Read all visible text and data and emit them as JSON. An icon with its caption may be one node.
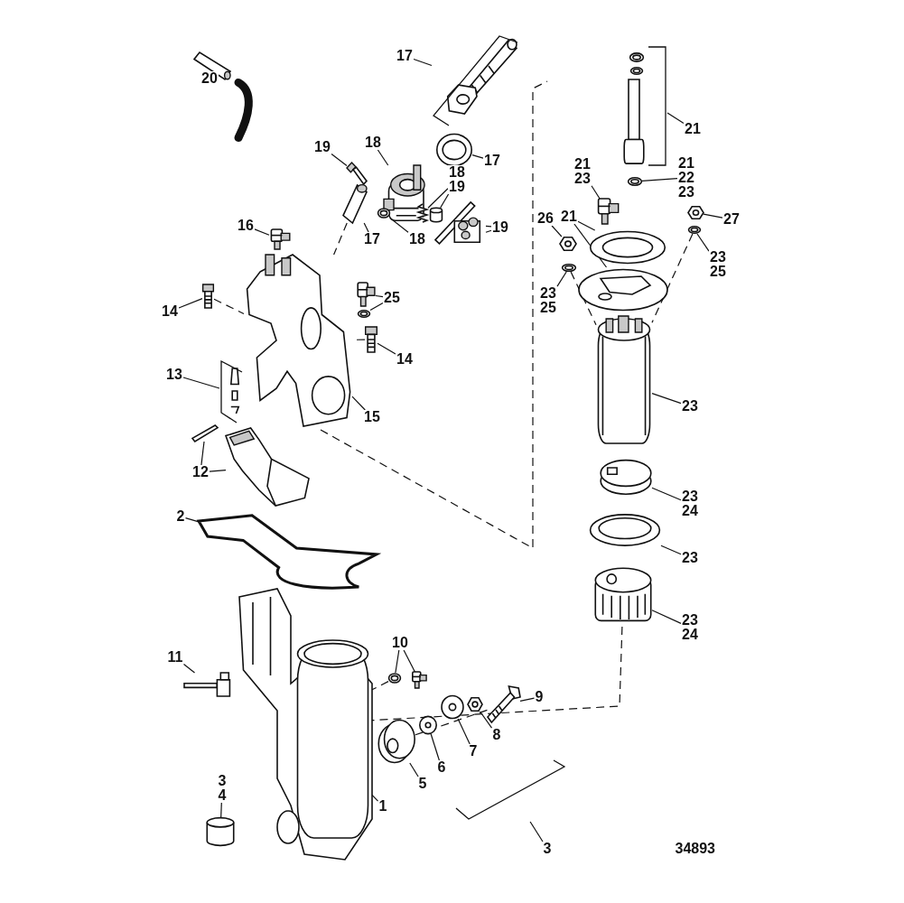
{
  "diagram": {
    "nodes": [
      {
        "text": [
          "20"
        ]
      },
      {
        "text": [
          "17"
        ]
      },
      {
        "text": [
          "17"
        ]
      },
      {
        "text": [
          "19"
        ]
      },
      {
        "text": [
          "18"
        ]
      },
      {
        "text": [
          "18",
          "19"
        ]
      },
      {
        "text": [
          "19"
        ]
      },
      {
        "text": [
          "18"
        ]
      },
      {
        "text": [
          "17"
        ]
      },
      {
        "text": [
          "16"
        ]
      },
      {
        "text": [
          "14"
        ]
      },
      {
        "text": [
          "25"
        ]
      },
      {
        "text": [
          "14"
        ]
      },
      {
        "text": [
          "13"
        ]
      },
      {
        "text": [
          "15"
        ]
      },
      {
        "text": [
          "12"
        ]
      },
      {
        "text": [
          "2"
        ]
      },
      {
        "text": [
          "21"
        ]
      },
      {
        "text": [
          "21",
          "22",
          "23"
        ]
      },
      {
        "text": [
          "21",
          "23"
        ]
      },
      {
        "text": [
          "27"
        ]
      },
      {
        "text": [
          "23",
          "25"
        ]
      },
      {
        "text": [
          "26"
        ]
      },
      {
        "text": [
          "21"
        ]
      },
      {
        "text": [
          "23",
          "25"
        ]
      },
      {
        "text": [
          "23"
        ]
      },
      {
        "text": [
          "23",
          "24"
        ]
      },
      {
        "text": [
          "23"
        ]
      },
      {
        "text": [
          "23",
          "24"
        ]
      },
      {
        "text": [
          "10"
        ]
      },
      {
        "text": [
          "9"
        ]
      },
      {
        "text": [
          "8"
        ]
      },
      {
        "text": [
          "7"
        ]
      },
      {
        "text": [
          "6"
        ]
      },
      {
        "text": [
          "5"
        ]
      },
      {
        "text": [
          "3"
        ]
      },
      {
        "text": [
          "11"
        ]
      },
      {
        "text": [
          "3",
          "4"
        ]
      },
      {
        "text": [
          "1"
        ]
      },
      {
        "text": [],
        "shape": "picture"
      },
      {
        "text": [],
        "shape": "picture"
      },
      {
        "text": [],
        "shape": "picture"
      },
      {
        "text": [],
        "shape": "picture"
      },
      {
        "text": [],
        "shape": "picture"
      },
      {
        "text": [],
        "shape": "cylinder"
      },
      {
        "text": [],
        "shape": "picture"
      },
      {
        "text": [],
        "shape": "picture"
      },
      {
        "text": [],
        "shape": "picture"
      },
      {
        "text": [],
        "shape": "picture"
      },
      {
        "text": [],
        "shape": "picture"
      },
      {
        "text": [],
        "shape": "picture"
      },
      {
        "text": [],
        "shape": "picture"
      },
      {
        "text": [],
        "shape": "picture"
      },
      {
        "text": [],
        "shape": "picture"
      },
      {
        "text": [],
        "shape": "bar"
      },
      {
        "text": [],
        "shape": "picture"
      },
      {
        "text": [],
        "shape": "picture"
      },
      {
        "text": [],
        "shape": "picture"
      },
      {
        "text": [],
        "shape": "picture"
      },
      {
        "text": [],
        "shape": "picture"
      },
      {
        "text": [],
        "shape": "picture"
      },
      {
        "text": [],
        "shape": "picture"
      },
      {
        "text": [],
        "shape": "picture"
      },
      {
        "text": [],
        "shape": "picture"
      },
      {
        "text": [],
        "shape": "picture"
      },
      {
        "text": [],
        "shape": "picture"
      },
      {
        "text": [],
        "shape": "picture"
      },
      {
        "text": [],
        "shape": "picture"
      },
      {
        "text": [],
        "shape": "picture"
      },
      {
        "text": [],
        "shape": "picture"
      },
      {
        "text": [],
        "shape": "picture"
      },
      {
        "text": [],
        "shape": "picture"
      },
      {
        "text": [],
        "shape": "picture"
      },
      {
        "text": [],
        "shape": "picture"
      },
      {
        "text": [],
        "shape": "picture"
      },
      {
        "text": [],
        "shape": "picture"
      },
      {
        "text": [],
        "shape": "picture"
      },
      {
        "text": [],
        "shape": "cylinder"
      },
      {
        "text": [],
        "shape": "picture"
      },
      {
        "text": [],
        "shape": "bracket"
      },
      {
        "text": [],
        "shape": "bracket"
      },
      {
        "text": [],
        "shape": "bracket"
      },
      {
        "text": [],
        "shape": "bracket"
      }
    ],
    "edges": [
      {
        "from": 0,
        "to": 39,
        "arrow": "none"
      },
      {
        "from": 1,
        "to": 79,
        "arrow": "none"
      },
      {
        "from": 2,
        "to": 40,
        "arrow": "none"
      },
      {
        "from": 3,
        "to": 41,
        "arrow": "none"
      },
      {
        "from": 4,
        "to": 42,
        "arrow": "none"
      },
      {
        "from": 5,
        "to": 43,
        "arrow": "none"
      },
      {
        "from": 5,
        "to": 44,
        "arrow": "none"
      },
      {
        "from": 6,
        "to": 45,
        "arrow": "none"
      },
      {
        "from": 6,
        "to": 45,
        "arrow": "none"
      },
      {
        "from": 7,
        "to": 46,
        "arrow": "none"
      },
      {
        "from": 8,
        "to": 47,
        "arrow": "none"
      },
      {
        "from": 9,
        "to": 48,
        "arrow": "none"
      },
      {
        "from": 10,
        "to": 49,
        "arrow": "none"
      },
      {
        "from": 11,
        "to": 50,
        "arrow": "none"
      },
      {
        "from": 11,
        "to": 51,
        "arrow": "none"
      },
      {
        "from": 12,
        "to": 52,
        "arrow": "none"
      },
      {
        "from": 13,
        "to": 81,
        "arrow": "none"
      },
      {
        "from": 14,
        "to": 53,
        "arrow": "none"
      },
      {
        "from": 15,
        "to": 54,
        "arrow": "none"
      },
      {
        "from": 15,
        "to": 55,
        "arrow": "none"
      },
      {
        "from": 16,
        "to": 56,
        "arrow": "none"
      },
      {
        "from": 17,
        "to": 80,
        "arrow": "none"
      },
      {
        "from": 18,
        "to": 57,
        "arrow": "none"
      },
      {
        "from": 19,
        "to": 58,
        "arrow": "none"
      },
      {
        "from": 20,
        "to": 59,
        "arrow": "none"
      },
      {
        "from": 21,
        "to": 60,
        "arrow": "none"
      },
      {
        "from": 22,
        "to": 61,
        "arrow": "none"
      },
      {
        "from": 23,
        "to": 62,
        "arrow": "none"
      },
      {
        "from": 23,
        "to": 63,
        "arrow": "none"
      },
      {
        "from": 24,
        "to": 64,
        "arrow": "none"
      },
      {
        "from": 25,
        "to": 65,
        "arrow": "none"
      },
      {
        "from": 26,
        "to": 66,
        "arrow": "none"
      },
      {
        "from": 27,
        "to": 67,
        "arrow": "none"
      },
      {
        "from": 28,
        "to": 68,
        "arrow": "none"
      },
      {
        "from": 29,
        "to": 69,
        "arrow": "none"
      },
      {
        "from": 29,
        "to": 70,
        "arrow": "none"
      },
      {
        "from": 30,
        "to": 71,
        "arrow": "none"
      },
      {
        "from": 31,
        "to": 72,
        "arrow": "none"
      },
      {
        "from": 32,
        "to": 73,
        "arrow": "none"
      },
      {
        "from": 33,
        "to": 74,
        "arrow": "none"
      },
      {
        "from": 34,
        "to": 75,
        "arrow": "none"
      },
      {
        "from": 35,
        "to": 82,
        "arrow": "none"
      },
      {
        "from": 36,
        "to": 76,
        "arrow": "none"
      },
      {
        "from": 37,
        "to": 77,
        "arrow": "none"
      },
      {
        "from": 38,
        "to": 78,
        "arrow": "none"
      },
      {
        "from": 47,
        "to": 53,
        "arrow": "none",
        "style": "dashed"
      },
      {
        "from": 49,
        "to": 53,
        "arrow": "none",
        "style": "dashed"
      },
      {
        "from": 52,
        "to": 53,
        "arrow": "none",
        "style": "dashed"
      },
      {
        "from": 64,
        "to": 65,
        "arrow": "none",
        "style": "dashed"
      },
      {
        "from": 60,
        "to": 65,
        "arrow": "none",
        "style": "dashed"
      },
      {
        "from": 75,
        "to": 71,
        "arrow": "none",
        "style": "dashed"
      },
      {
        "from": 69,
        "to": 78,
        "arrow": "none",
        "style": "dashed"
      },
      {
        "from": 68,
        "to": 78,
        "arrow": "none",
        "style": "dashed"
      }
    ],
    "labels": [
      "34893"
    ]
  }
}
